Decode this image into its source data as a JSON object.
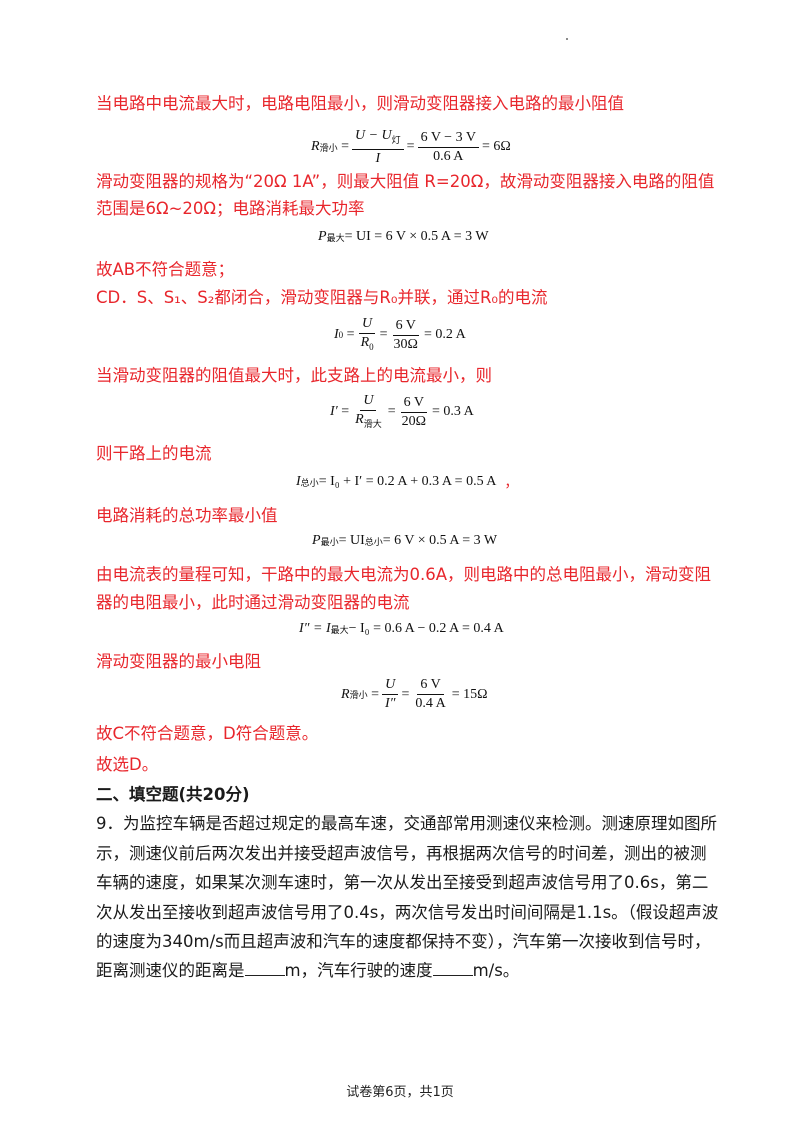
{
  "page": {
    "footer": "试卷第6页，共1页"
  },
  "lines": {
    "l1": "当电路中电流最大时，电路电阻最小，则滑动变阻器接入电路的最小阻值",
    "l2": "滑动变阻器的规格为“20Ω 1A”，则最大阻值 R=20Ω，故滑动变阻器接入电路的阻值",
    "l3": "范围是6Ω~20Ω；电路消耗最大功率",
    "l4": "故AB不符合题意；",
    "l5": "CD．S、S₁、S₂都闭合，滑动变阻器与R₀并联，通过R₀的电流",
    "l6": "当滑动变阻器的阻值最大时，此支路上的电流最小，则",
    "l7": "则干路上的电流",
    "l8": "电路消耗的总功率最小值",
    "l9": "由电流表的量程可知，干路中的最大电流为0.6A，则电路中的总电阻最小，滑动变阻",
    "l10": "器的电阻最小，此时通过滑动变阻器的电流",
    "l11": "滑动变阻器的最小电阻",
    "l12": "故C不符合题意，D符合题意。",
    "l13": "故选D。"
  },
  "equations": {
    "e1": {
      "lhs": "R",
      "lhs_sub": "滑小",
      "num1": "U − U",
      "num1_sub": "灯",
      "den1": "I",
      "num2": "6 V − 3 V",
      "den2": "0.6 A",
      "rhs": "= 6Ω"
    },
    "e2": {
      "text": "P",
      "sub": "最大",
      "rest": " = UI = 6 V × 0.5 A = 3 W"
    },
    "e3": {
      "lhs": "I",
      "lhs_sub": "0",
      "num1": "U",
      "den1": "R",
      "den1_sub": "0",
      "num2": "6 V",
      "den2": "30Ω",
      "rhs": "= 0.2 A"
    },
    "e4": {
      "lhs": "I′",
      "num1": "U",
      "den1": "R",
      "den1_sub": "滑大",
      "num2": "6 V",
      "den2": "20Ω",
      "rhs": "= 0.3 A"
    },
    "e5": {
      "text": "I",
      "sub": "总小",
      "rest": " = I₀ + I′ = 0.2 A + 0.3 A = 0.5 A",
      "trail": "，"
    },
    "e6": {
      "text": "P",
      "sub": "最小",
      "rest": " = UI",
      "sub2": "总小",
      "rest2": " = 6 V × 0.5 A = 3 W"
    },
    "e7": {
      "text": "I″ = I",
      "sub": "最大",
      "rest": " − I₀ = 0.6 A − 0.2 A = 0.4 A"
    },
    "e8": {
      "lhs": "R",
      "lhs_sub": "滑小",
      "num1": "U",
      "den1": "I″",
      "num2": "6 V",
      "den2": "0.4 A",
      "rhs": "= 15Ω"
    }
  },
  "question": {
    "section": "二、填空题(共20分)",
    "q1": "9．为监控车辆是否超过规定的最高车速，交通部常用测速仪来检测。测速原理如图所",
    "q2": "示，测速仪前后两次发出并接受超声波信号，再根据两次信号的时间差，测出的被测",
    "q3": "车辆的速度，如果某次测车速时，第一次从发出至接受到超声波信号用了0.6s，第二",
    "q4": "次从发出至接收到超声波信号用了0.4s，两次信号发出时间间隔是1.1s。（假设超声波",
    "q5": "的速度为340m/s而且超声波和汽车的速度都保持不变），汽车第一次接收到信号时，",
    "q6a": "距离测速仪的距离是",
    "q6b": "m，汽车行驶的速度",
    "q6c": "m/s。"
  }
}
